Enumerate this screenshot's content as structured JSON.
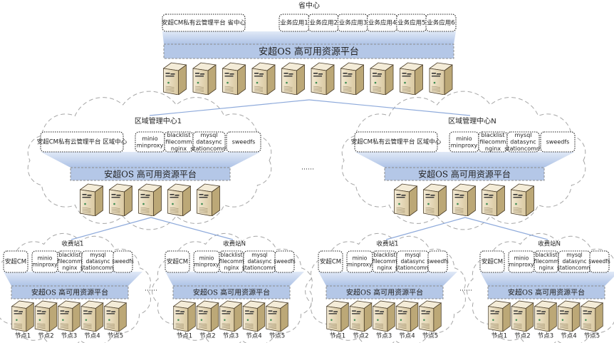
{
  "province": {
    "title": "省中心",
    "cm": "安超CM私有云管理平台 省中心",
    "apps": [
      "业务应用1",
      "业务应用2",
      "业务应用3",
      "业务应用4",
      "业务应用5",
      "业务应用6"
    ],
    "platform": "安超OS  高可用资源平台",
    "server_count": 10
  },
  "regions": [
    {
      "title": "区域管理中心1",
      "cm": "安超CM私有云管理平台 区域中心",
      "services": [
        [
          "minio",
          "minproxy"
        ],
        [
          "blacklist",
          "filecomm",
          "nginx"
        ],
        [
          "mysql",
          "datasync",
          "stationcomm"
        ],
        [
          "sweedfs"
        ]
      ],
      "platform": "安超OS  高可用资源平台",
      "server_count": 5,
      "stations": [
        {
          "title": "收费站1",
          "cm": "安超CM",
          "services": [
            [
              "minio",
              "minproxy"
            ],
            [
              "blacklist",
              "filecomm",
              "nginx"
            ],
            [
              "mysql",
              "datasync",
              "stationcomm"
            ],
            [
              "sweedfs"
            ]
          ],
          "platform": "安超OS  高可用资源平台",
          "nodes": [
            "节点1",
            "节点2",
            "节点3",
            "节点4",
            "节点5"
          ]
        },
        {
          "title": "收费站N",
          "cm": "安超CM",
          "services": [
            [
              "minio",
              "minproxy"
            ],
            [
              "blacklist",
              "filecomm",
              "nginx"
            ],
            [
              "mysql",
              "datasync",
              "stationcomm"
            ],
            [
              "sweedfs"
            ]
          ],
          "platform": "安超OS  高可用资源平台",
          "nodes": [
            "节点1",
            "节点2",
            "节点3",
            "节点4",
            "节点5"
          ]
        }
      ]
    },
    {
      "title": "区域管理中心N",
      "cm": "安超CM私有云管理平台 区域中心",
      "services": [
        [
          "minio",
          "minproxy"
        ],
        [
          "blacklist",
          "filecomm",
          "nginx"
        ],
        [
          "mysql",
          "datasync",
          "stationcomm"
        ],
        [
          "sweedfs"
        ]
      ],
      "platform": "安超OS  高可用资源平台",
      "server_count": 5,
      "stations": [
        {
          "title": "收费站1",
          "cm": "安超CM",
          "services": [
            [
              "minio",
              "minproxy"
            ],
            [
              "blacklist",
              "filecomm",
              "nginx"
            ],
            [
              "mysql",
              "datasync",
              "stationcomm"
            ],
            [
              "sweedfs"
            ]
          ],
          "platform": "安超OS  高可用资源平台",
          "nodes": [
            "节点1",
            "节点2",
            "节点3",
            "节点4",
            "节点5"
          ]
        },
        {
          "title": "收费站N",
          "cm": "安超CM",
          "services": [
            [
              "minio",
              "minproxy"
            ],
            [
              "blacklist",
              "filecomm",
              "nginx"
            ],
            [
              "mysql",
              "datasync",
              "stationcomm"
            ],
            [
              "sweedfs"
            ]
          ],
          "platform": "安超OS  高可用资源平台",
          "nodes": [
            "节点1",
            "节点2",
            "节点3",
            "节点4",
            "节点5"
          ]
        }
      ]
    }
  ],
  "ellipsis": "……",
  "colors": {
    "platform_fill": "#b4c7e7",
    "link_line": "#8eaadb",
    "cloud_stroke": "#a6a6a6",
    "server_front": "#e9dcbc",
    "server_side": "#c4b084"
  }
}
